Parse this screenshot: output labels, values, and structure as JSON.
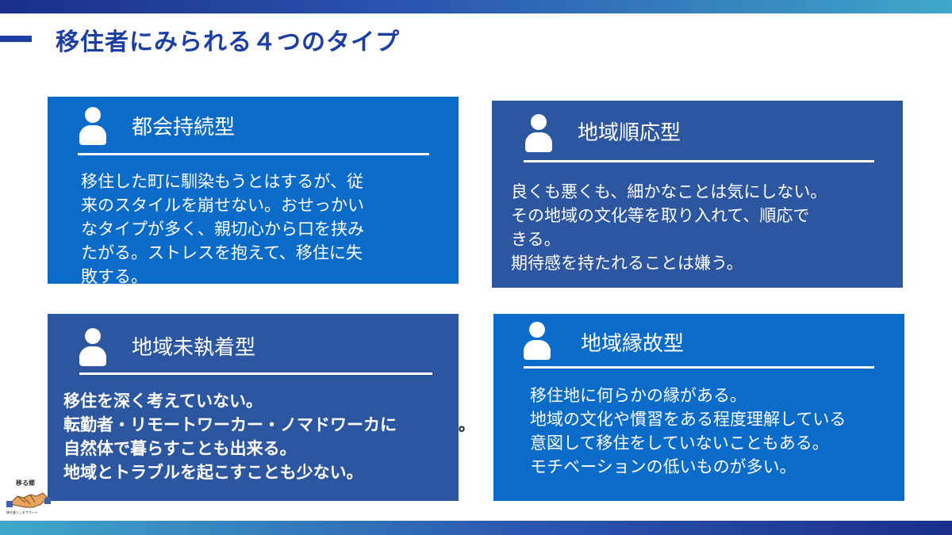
{
  "page": {
    "title": "移住者にみられる４つのタイプ",
    "accent_color": "#1d3fa3"
  },
  "cards": [
    {
      "title": "都会持続型",
      "lines": [
        "移住した町に馴染もうとはするが、従",
        "来のスタイルを崩せない。おせっかい",
        "なタイプが多く、親切心から口を挟み",
        "たがる。ストレスを抱えて、移住に失",
        "敗する。"
      ],
      "bg_color": "#0a6bc9",
      "icon": "person-icon"
    },
    {
      "title": "地域順応型",
      "lines": [
        "良くも悪くも、細かなことは気にしない。",
        "その地域の文化等を取り入れて、順応で",
        "きる。",
        "期待感を持たれることは嫌う。"
      ],
      "bg_color": "#2d56a1",
      "icon": "person-icon"
    },
    {
      "title": "地域未執着型",
      "lines": [
        "移住を深く考えていない。",
        "転勤者・リモートワーカー・ノマドワーカに",
        "自然体で暮らすことも出来る。",
        "地域とトラブルを起こすことも少ない。"
      ],
      "overflow_tail": "。",
      "bg_color": "#2d56a1",
      "icon": "person-icon"
    },
    {
      "title": "地域縁故型",
      "lines": [
        "移住地に何らかの縁がある。",
        "地域の文化や慣習をある程度理解している",
        "意図して移住をしていないこともある。",
        "モチベーションの低いものが多い。"
      ],
      "bg_color": "#0a6bc9",
      "icon": "person-icon"
    }
  ],
  "logo": {
    "name": "移る郷",
    "subtitle": "移住暮らしをサポート",
    "icon": "handshake-icon"
  }
}
